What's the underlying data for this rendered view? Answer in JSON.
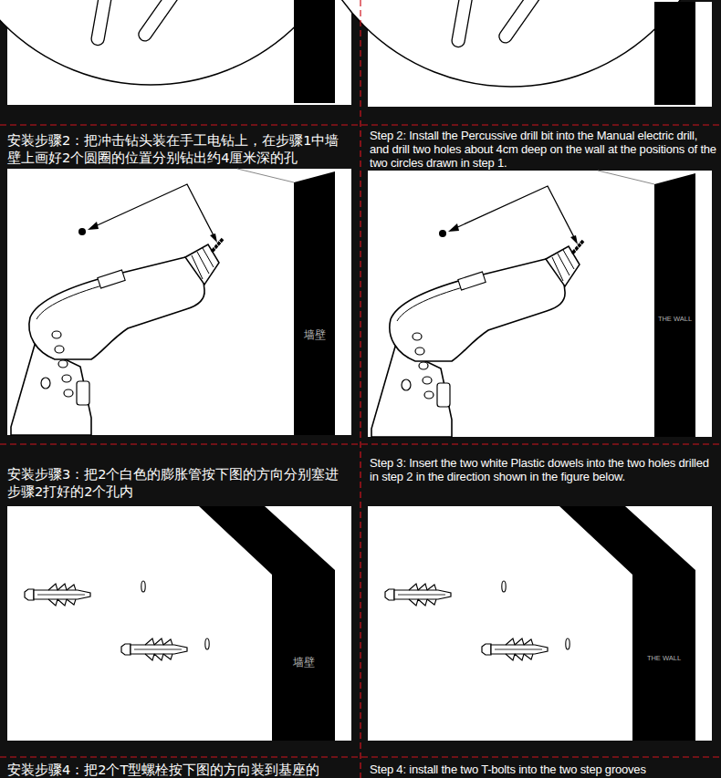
{
  "diagram": {
    "nodes": [
      {
        "text": [
          "墙壁"
        ]
      },
      {
        "text": [
          "THE WALL"
        ]
      },
      {
        "text": [
          "墙壁"
        ]
      },
      {
        "text": [
          "THE WALL"
        ]
      }
    ],
    "labels": [
      "安装步骤2：把冲击钻头装在手工电钻上，在步骤1中墙壁上画好2个圆圈的位置分别钻出约4厘米深的孔",
      "Step 2: Install the Percussive drill bit into the Manual electric drill, and drill two holes about 4cm deep on the wall at the positions of the two circles drawn in step 1.",
      "安装步骤3：把2个白色的膨胀管按下图的方向分别塞进步骤2打好的2个孔内",
      "Step 3: Insert the two white Plastic dowels into the two holes drilled in step 2 in the direction shown in the figure below.",
      "安装步骤4：把2个T型螺栓按下图的方向装到基座的",
      "Step 4: install the two T-bolts into the two step grooves"
    ]
  }
}
